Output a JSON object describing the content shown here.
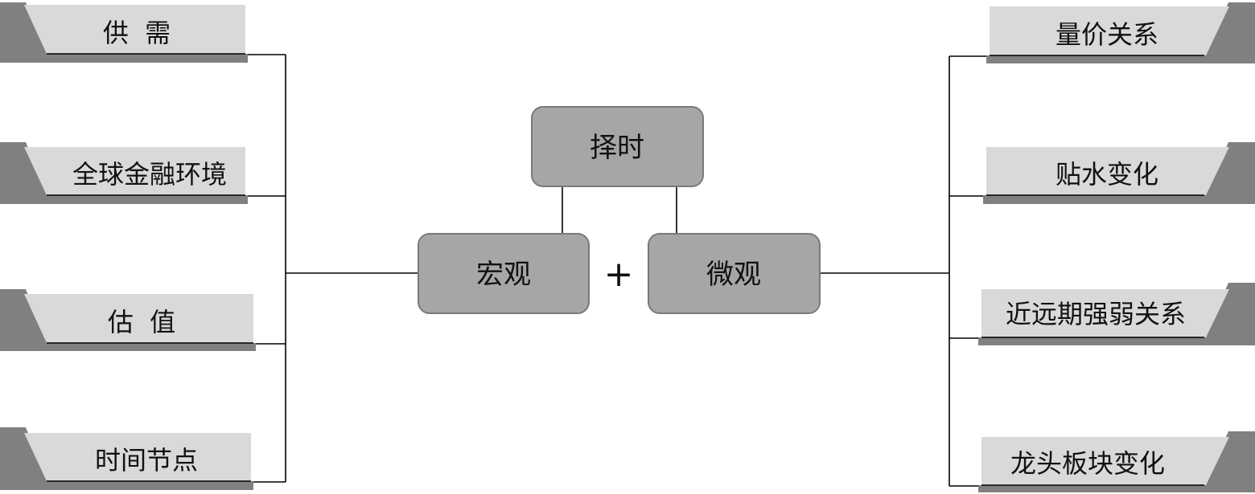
{
  "center": {
    "top_node": "择时",
    "left_node": "宏观",
    "right_node": "微观",
    "operator": "+"
  },
  "left_items": [
    "供  需",
    "全球金融环境",
    "估  值",
    "时间节点"
  ],
  "right_items": [
    "量价关系",
    "贴水变化",
    "近远期强弱关系",
    "龙头板块变化"
  ],
  "colors": {
    "node_fill": "#a6a6a6",
    "node_border": "#7a7a7a",
    "label_light": "#d9d9d9",
    "label_dark": "#808080",
    "line": "#000000"
  }
}
